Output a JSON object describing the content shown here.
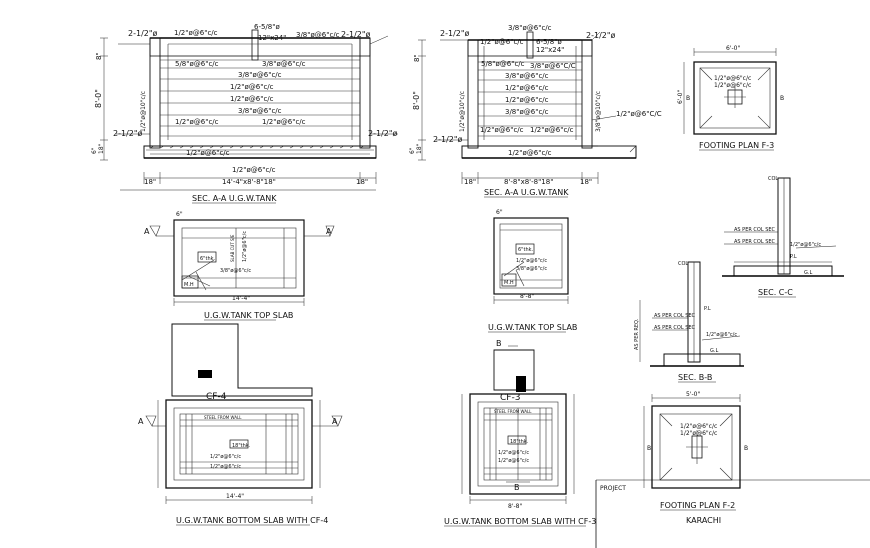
{
  "drawing": {
    "secA1": {
      "title": "SEC. A-A U.G.W.TANK",
      "cover_left": "2-1/2\"ø",
      "cover_right": "2-1/2\"ø",
      "bar_top": "1/2\"ø@6\"c/c",
      "bar_top_right": "3/8\"ø@6\"c/c",
      "main_bar": "6-5/8\"ø",
      "beam": "12\"x24\"",
      "bar_left_top": "5/8\"ø@6\"c/c",
      "bar_mid": "3/8\"ø@6\"c/c",
      "r1": "3/8\"ø@6\"c/c",
      "r2": "1/2\"ø@6\"c/c",
      "r3": "1/2\"ø@6\"c/c",
      "r4": "3/8\"ø@6\"c/c",
      "bar_low": "1/2\"ø@6\"c/c",
      "bar_low_right": "1/2\"ø@6\"c/c",
      "wall_bar": "1/2\"ø@10\"c/c",
      "ht_top": "8\"",
      "ht_mid": "8'-0\"",
      "ht_bot1": "6\"",
      "ht_bot2": "18\"",
      "base_cover_left": "2-1/2\"ø",
      "base_cover_right": "2-1/2\"ø",
      "base_bar": "1/2\"ø@6\"c/c",
      "base_bar2": "1/2\"ø@6\"c/c",
      "dim_total": "14'-4\"x8'-8\"18\"",
      "dim_l": "18\"",
      "dim_r": "18\""
    },
    "secA2": {
      "title": "SEC. A-A U.G.W.TANK",
      "cover_left": "2-1/2\"ø",
      "cover_right": "2-1/2\"ø",
      "bar_top_right": "3/8\"ø@6\"c/c",
      "bar_top": "1/2\"ø@6\"c/c",
      "main_bar": "6-5/8\"ø",
      "beam": "12\"x24\"",
      "bar_left_top": "5/8\"ø@6\"c/c",
      "bar_mid": "3/8\"ø@6\"C/C",
      "r1": "3/8\"ø@6\"c/c",
      "r2": "1/2\"ø@6\"c/c",
      "r3": "1/2\"ø@6\"c/c",
      "r4": "3/8\"ø@6\"c/c",
      "bar_low": "1/2\"ø@6\"c/c",
      "bar_low_right": "1/2\"ø@6\"c/c",
      "wall_left": "1/2\"ø@10\"c/c",
      "wall_right": "3/8\"ø@10\"c/c",
      "right_callout": "1/2\"ø@6\"C/C",
      "ht_top": "8\"",
      "ht_mid": "8'-0\"",
      "ht_bot1": "6\"",
      "ht_bot2": "18\"",
      "base_cover_left": "2-1/2\"ø",
      "base_bar": "1/2\"ø@6\"c/c",
      "dim_total": "8'-8\"x8'-8\"18\"",
      "dim_l": "18\"",
      "dim_r": "18\""
    },
    "footingF3": {
      "title": "FOOTING PLAN F-3",
      "dim_top": "6'-0\"",
      "bar1": "1/2\"ø@6\"c/c",
      "bar2": "1/2\"ø@6\"c/c",
      "side_label": "B",
      "side_dim": "6'-0\"",
      "left_label": "B"
    },
    "topSlab1": {
      "title": "U.G.W.TANK TOP SLAB",
      "sec_left": "A",
      "sec_right": "A",
      "thk": "6\"thk.",
      "mh": "M.H",
      "bar1": "1/2\"ø@6\"c/c",
      "bar2": "3/8\"ø@6\"c/c",
      "slab_note": "SLAB CUT S/E",
      "dim": "14'-4\"",
      "dim_top": "6\""
    },
    "topSlab2": {
      "title": "U.G.W.TANK TOP SLAB",
      "thk": "6\"thk.",
      "mh": "M.H",
      "bar1": "1/2\"ø@6\"c/c",
      "bar2": "3/8\"ø@6\"c/c",
      "dim": "8'-8\"",
      "dim_top": "6\""
    },
    "bottomSlab1": {
      "title": "U.G.W.TANK BOTTOM SLAB WITH CF-4",
      "cf": "CF-4",
      "sec_left": "A",
      "sec_right": "A",
      "thk": "18\"thk.",
      "bar1": "1/2\"ø@6\"c/c",
      "bar2": "1/2\"ø@6\"c/c",
      "steel_note": "STEEL FROM WALL",
      "dim": "14'-4\""
    },
    "bottomSlab2": {
      "title": "U.G.W.TANK BOTTOM SLAB WITH CF-3",
      "cf": "CF-3",
      "sec_top": "B",
      "sec_bottom": "B",
      "thk": "18\"thk.",
      "bar1": "1/2\"ø@6\"c/c",
      "bar2": "1/2\"ø@6\"c/c",
      "steel_note": "STEEL FROM WALL",
      "dim": "8'-8\""
    },
    "secCC": {
      "title": "SEC. C-C",
      "col": "COL",
      "as_col": "AS PER COL SEC",
      "as_col2": "AS PER COL SEC",
      "bar": "1/2\"ø@6\"c/c",
      "pl": "P.L",
      "gl": "G.L"
    },
    "secBB": {
      "title": "SEC. B-B",
      "col": "COL",
      "as_col": "AS PER COL SEC",
      "as_col2": "AS PER COL SEC",
      "bar": "1/2\"ø@6\"c/c",
      "pl": "P.L",
      "gl": "G.L",
      "ht": "AS PER REQ."
    },
    "footingF2": {
      "title": "FOOTING PLAN F-2",
      "dim_top": "5'-0\"",
      "bar1": "1/2\"ø@6\"c/c",
      "bar2": "1/2\"ø@6\"c/c",
      "side_label": "B",
      "left_label": "B"
    },
    "titleblock": {
      "project_label": "PROJECT",
      "city": "KARACHI"
    }
  }
}
